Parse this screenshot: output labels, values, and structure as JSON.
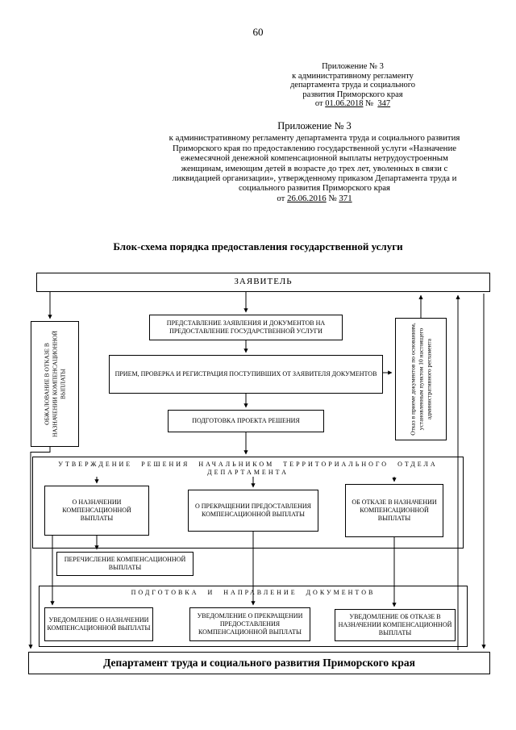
{
  "page": {
    "number": "60"
  },
  "appendix_right": {
    "lines": [
      "Приложение № 3",
      "к административному регламенту",
      "департамента труда и социального",
      "развития Приморского края"
    ],
    "date_line": {
      "prefix": "от ",
      "date": "01.06.2018",
      "middle": " №  ",
      "number": "347"
    }
  },
  "appendix_center": {
    "title": "Приложение № 3",
    "body": "к административному регламенту департамента труда и социального развития Приморского края по  предоставлению государственной услуги «Назначение ежемесячной денежной компенсационной выплаты нетрудоустроенным женщинам, имеющим детей в возрасте до трех лет, уволенных в связи с ликвидацией организации», утвержденному приказом Департамента труда и социального развития Приморского края",
    "date_line": {
      "prefix": "от ",
      "date": "26.06.2016",
      "middle": " № ",
      "number": "371"
    }
  },
  "diagram": {
    "title": "Блок-схема порядка предоставления государственной услуги",
    "nodes": {
      "applicant": "ЗАЯВИТЕЛЬ",
      "appeal": "ОБЖАЛОВАНИЕ В ОТКАЗЕ В НАЗНАЧЕНИИ КОМПЕНСАЦИОННОЙ ВЫПЛАТЫ",
      "submission": "ПРЕДСТАВЛЕНИЕ ЗАЯВЛЕНИЯ И ДОКУМЕНТОВ НА ПРЕДОСТАВЛЕНИЕ ГОСУДАРСТВЕННОЙ УСЛУГИ",
      "reception": "ПРИЕМ, ПРОВЕРКА И РЕГИСТРАЦИЯ ПОСТУПИВШИХ ОТ  ЗАЯВИТЕЛЯ ДОКУМЕНТОВ",
      "refusal": "Отказ в приеме документов по основаниям, установленным пунктом 10 настоящего административного регламента",
      "draft": "ПОДГОТОВКА ПРОЕКТА  РЕШЕНИЯ",
      "approval_header": "УТВЕРЖДЕНИЕ РЕШЕНИЯ НАЧАЛЬНИКОМ ТЕРРИТОРИАЛЬНОГО ОТДЕЛА ДЕПАРТАМЕНТА",
      "decision_assign": "О НАЗНАЧЕНИИ КОМПЕНСАЦИОННОЙ ВЫПЛАТЫ",
      "decision_terminate": "О ПРЕКРАЩЕНИИ ПРЕДОСТАВЛЕНИЯ КОМПЕНСАЦИОННОЙ ВЫПЛАТЫ",
      "decision_refuse": "ОБ ОТКАЗЕ В НАЗНАЧЕНИИ КОМПЕНСАЦИОННОЙ ВЫПЛАТЫ",
      "transfer": "ПЕРЕЧИСЛЕНИЕ КОМПЕНСАЦИОННОЙ ВЫПЛАТЫ",
      "prep_header": "ПОДГОТОВКА И НАПРАВЛЕНИЕ ДОКУМЕНТОВ",
      "notice_assign": "УВЕДОМЛЕНИЕ О НАЗНАЧЕНИИ КОМПЕНСАЦИОННОЙ ВЫПЛАТЫ",
      "notice_terminate": "УВЕДОМЛЕНИЕ О ПРЕКРАЩЕНИИ ПРЕДОСТАВЛЕНИЯ КОМПЕНСАЦИОННОЙ ВЫПЛАТЫ",
      "notice_refuse": "УВЕДОМЛЕНИЕ ОБ ОТКАЗЕ В НАЗНАЧЕНИИ КОМПЕНСАЦИОННОЙ ВЫПЛАТЫ",
      "department": "Департамент труда и социального развития Приморского края"
    }
  }
}
